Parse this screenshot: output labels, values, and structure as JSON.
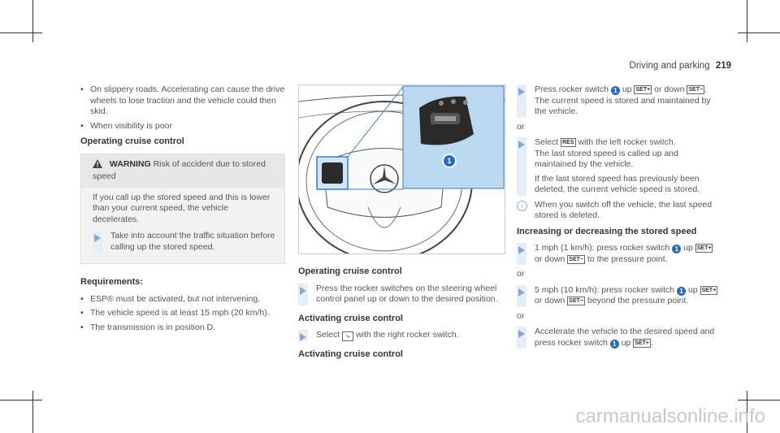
{
  "header": {
    "section": "Driving and parking",
    "page": "219"
  },
  "left": {
    "bullets_top": [
      "On slippery roads. Accelerating can cause the drive wheels to lose traction and the vehicle could then skid.",
      "When visibility is poor"
    ],
    "heading": "Operating cruise control",
    "warning": {
      "title": "WARNING",
      "title_rest": "Risk of accident due to stored speed",
      "body": "If you call up the stored speed and this is lower than your current speed, the vehicle decelerates.",
      "step": "Take into account the traffic situation before calling up the stored speed."
    },
    "requirements_heading": "Requirements:",
    "requirements": [
      "ESP® must be activated, but not intervening.",
      "The vehicle speed is at least 15 mph (20 km/h).",
      "The transmission is in position D."
    ]
  },
  "middle": {
    "image": {
      "callout": "1"
    },
    "heading1": "Operating cruise control",
    "step1": "Press the rocker switches on the steering wheel control panel up or down to the desired position.",
    "heading2": "Activating cruise control",
    "step2_a": "Select",
    "step2_b": "with the right rocker switch.",
    "heading3": "Activating cruise control"
  },
  "right": {
    "step1_a": "Press rocker switch",
    "step1_b": "up",
    "step1_c": "or down",
    "step1_d": "The current speed is stored and maintained by the vehicle.",
    "or1": "or",
    "step2_a": "Select",
    "step2_b": "with the left rocker switch.",
    "step2_c": "The last stored speed is called up and maintained by the vehicle.",
    "step2_d": "If the last stored speed has previously been deleted, the current vehicle speed is stored.",
    "note": "When you switch off the vehicle, the last speed stored is deleted.",
    "heading": "Increasing or decreasing the stored speed",
    "step3_a": "1 mph (1 km/h): press rocker switch",
    "step3_b": "up",
    "step3_c": "or down",
    "step3_d": "to the pressure point.",
    "or2": "or",
    "step4_a": "5 mph (10 km/h): press rocker switch",
    "step4_b": "up",
    "step4_c": "or down",
    "step4_d": "beyond the pressure point.",
    "or3": "or",
    "step5_a": "Accelerate the vehicle to the desired speed and press rocker switch",
    "step5_b": "up",
    "callout": "1",
    "key_set_plus": "SET+",
    "key_set_minus": "SET−",
    "key_res": "RES"
  }
}
